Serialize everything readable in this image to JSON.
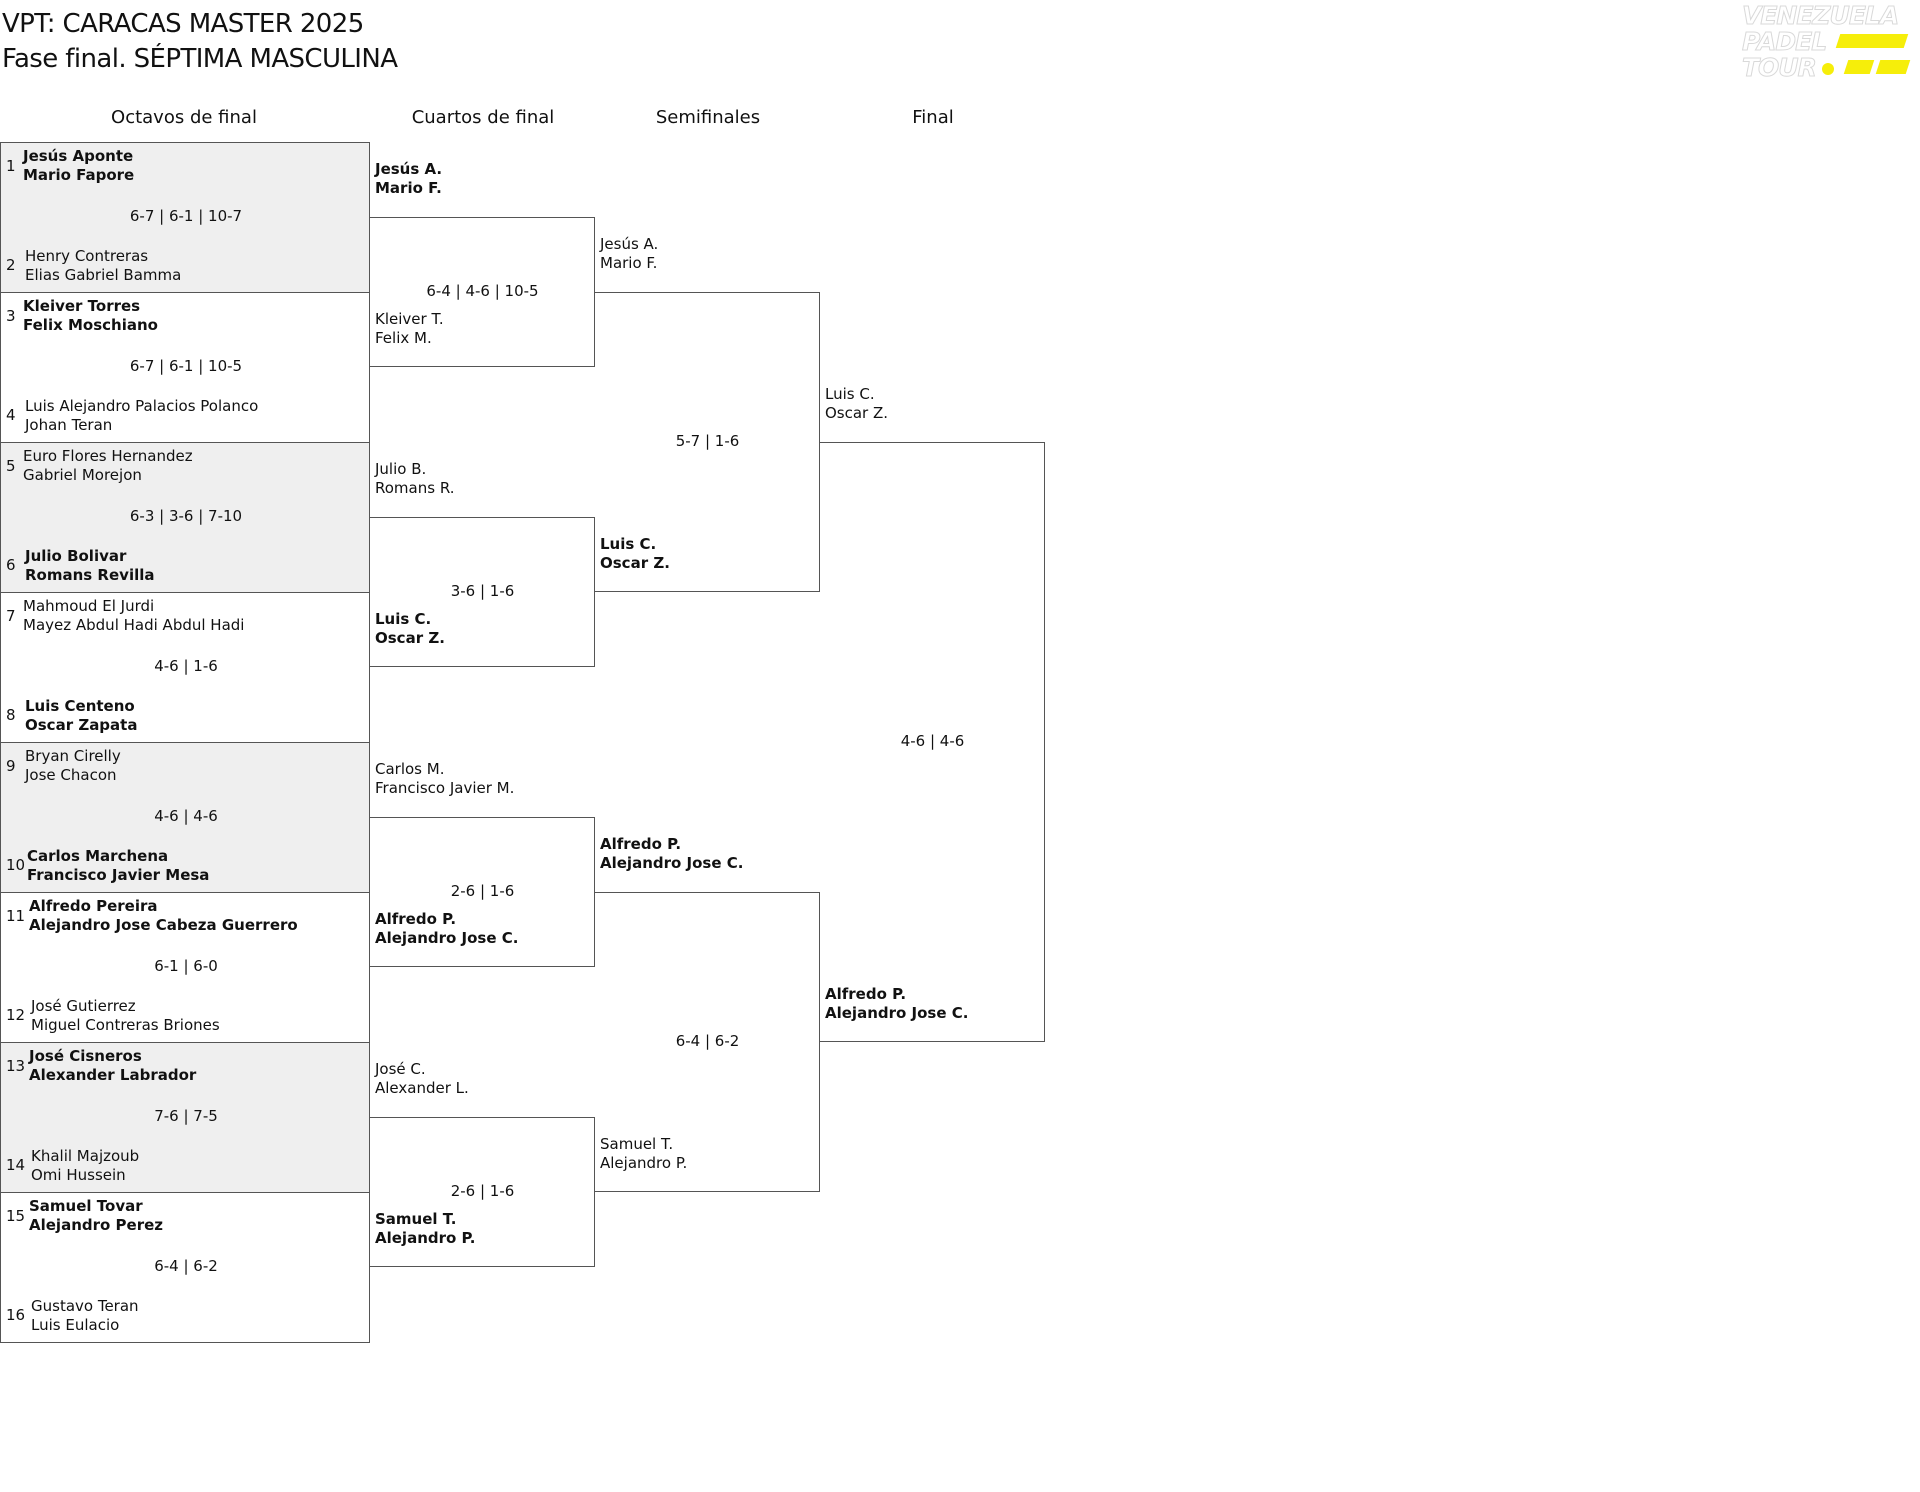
{
  "header": {
    "title_line1": "VPT: CARACAS MASTER 2025",
    "title_line2": "Fase final. SÉPTIMA MASCULINA"
  },
  "logo": {
    "line1": "VENEZUELA",
    "line2": "PADEL",
    "line3": "TOUR",
    "accent_color": "#f6ee0a"
  },
  "rounds": [
    "Octavos de final",
    "Cuartos de final",
    "Semifinales",
    "Final"
  ],
  "octavos": [
    {
      "top_seed": "1",
      "top_p1": "Jesús Aponte",
      "top_p2": "Mario Fapore",
      "bottom_seed": "2",
      "bottom_p1": "Henry Contreras",
      "bottom_p2": "Elias Gabriel Bamma",
      "score": "6-7 | 6-1 | 10-7",
      "winner": "top"
    },
    {
      "top_seed": "3",
      "top_p1": "Kleiver Torres",
      "top_p2": "Felix Moschiano",
      "bottom_seed": "4",
      "bottom_p1": "Luis Alejandro Palacios Polanco",
      "bottom_p2": "Johan Teran",
      "score": "6-7 | 6-1 | 10-5",
      "winner": "top"
    },
    {
      "top_seed": "5",
      "top_p1": "Euro Flores Hernandez",
      "top_p2": "Gabriel Morejon",
      "bottom_seed": "6",
      "bottom_p1": "Julio Bolivar",
      "bottom_p2": "Romans Revilla",
      "score": "6-3 | 3-6 | 7-10",
      "winner": "bottom"
    },
    {
      "top_seed": "7",
      "top_p1": "Mahmoud El Jurdi",
      "top_p2": "Mayez Abdul Hadi Abdul Hadi",
      "bottom_seed": "8",
      "bottom_p1": "Luis Centeno",
      "bottom_p2": "Oscar Zapata",
      "score": "4-6 | 1-6",
      "winner": "bottom"
    },
    {
      "top_seed": "9",
      "top_p1": "Bryan Cirelly",
      "top_p2": "Jose Chacon",
      "bottom_seed": "10",
      "bottom_p1": "Carlos Marchena",
      "bottom_p2": "Francisco Javier Mesa",
      "score": "4-6 | 4-6",
      "winner": "bottom"
    },
    {
      "top_seed": "11",
      "top_p1": "Alfredo Pereira",
      "top_p2": "Alejandro Jose Cabeza Guerrero",
      "bottom_seed": "12",
      "bottom_p1": "José Gutierrez",
      "bottom_p2": "Miguel Contreras Briones",
      "score": "6-1 | 6-0",
      "winner": "top"
    },
    {
      "top_seed": "13",
      "top_p1": "José Cisneros",
      "top_p2": "Alexander Labrador",
      "bottom_seed": "14",
      "bottom_p1": "Khalil Majzoub",
      "bottom_p2": "Omi Hussein",
      "score": "7-6 | 7-5",
      "winner": "top"
    },
    {
      "top_seed": "15",
      "top_p1": "Samuel Tovar",
      "top_p2": "Alejandro Perez",
      "bottom_seed": "16",
      "bottom_p1": "Gustavo Teran",
      "bottom_p2": "Luis Eulacio",
      "score": "6-4 | 6-2",
      "winner": "top"
    }
  ],
  "cuartos": [
    {
      "top_p1": "Jesús A.",
      "top_p2": "Mario F.",
      "bottom_p1": "Kleiver T.",
      "bottom_p2": "Felix M.",
      "score": "6-4 | 4-6 | 10-5",
      "winner": "top"
    },
    {
      "top_p1": "Julio B.",
      "top_p2": "Romans R.",
      "bottom_p1": "Luis C.",
      "bottom_p2": "Oscar Z.",
      "score": "3-6 | 1-6",
      "winner": "bottom"
    },
    {
      "top_p1": "Carlos M.",
      "top_p2": "Francisco Javier M.",
      "bottom_p1": "Alfredo P.",
      "bottom_p2": "Alejandro Jose C.",
      "score": "2-6 | 1-6",
      "winner": "bottom"
    },
    {
      "top_p1": "José C.",
      "top_p2": "Alexander L.",
      "bottom_p1": "Samuel T.",
      "bottom_p2": "Alejandro P.",
      "score": "2-6 | 1-6",
      "winner": "bottom"
    }
  ],
  "semis": [
    {
      "top_p1": "Jesús A.",
      "top_p2": "Mario F.",
      "bottom_p1": "Luis C.",
      "bottom_p2": "Oscar Z.",
      "score": "5-7 | 1-6",
      "winner": "bottom"
    },
    {
      "top_p1": "Alfredo P.",
      "top_p2": "Alejandro Jose C.",
      "bottom_p1": "Samuel T.",
      "bottom_p2": "Alejandro P.",
      "score": "6-4 | 6-2",
      "winner": "top"
    }
  ],
  "final": {
    "top_p1": "Luis C.",
    "top_p2": "Oscar Z.",
    "bottom_p1": "Alfredo P.",
    "bottom_p2": "Alejandro Jose C.",
    "score": "4-6 | 4-6",
    "winner": "bottom"
  }
}
